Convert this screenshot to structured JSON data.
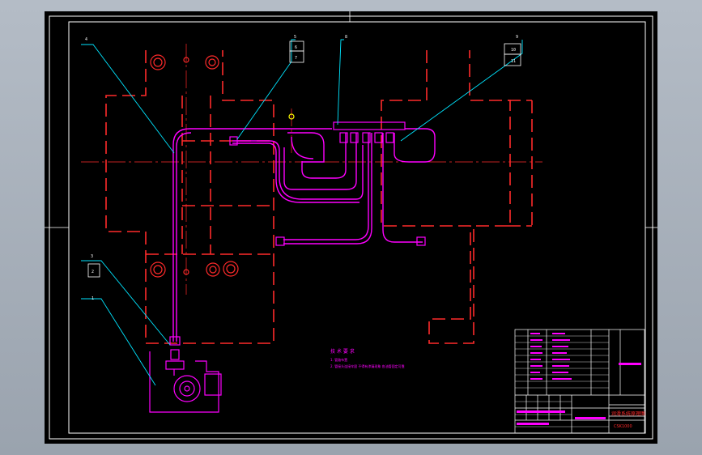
{
  "colors": {
    "frame": "#ffffff",
    "layout": "#ff2a2a",
    "pipe": "#ff00ff",
    "leader": "#00e5ff",
    "centerline": "#ff2a2a",
    "note": "#ff00ff",
    "mark": "#ffff00"
  },
  "callouts": {
    "c1": "1",
    "c2": "2",
    "c3": "3",
    "c4": "4",
    "c5": "5",
    "c6": "6",
    "c7": "7",
    "c8": "8",
    "c9": "9",
    "c10": "10",
    "c11": "11"
  },
  "notes": {
    "title": "技 术 要 求",
    "line1": "1. 管路布置",
    "line2": "2. 管接头连接牢固 不得有渗漏现象 各油管固定可靠"
  },
  "title_block": {
    "drawing_name": "润滑系统原理图",
    "drawing_no": "CSK1000"
  }
}
